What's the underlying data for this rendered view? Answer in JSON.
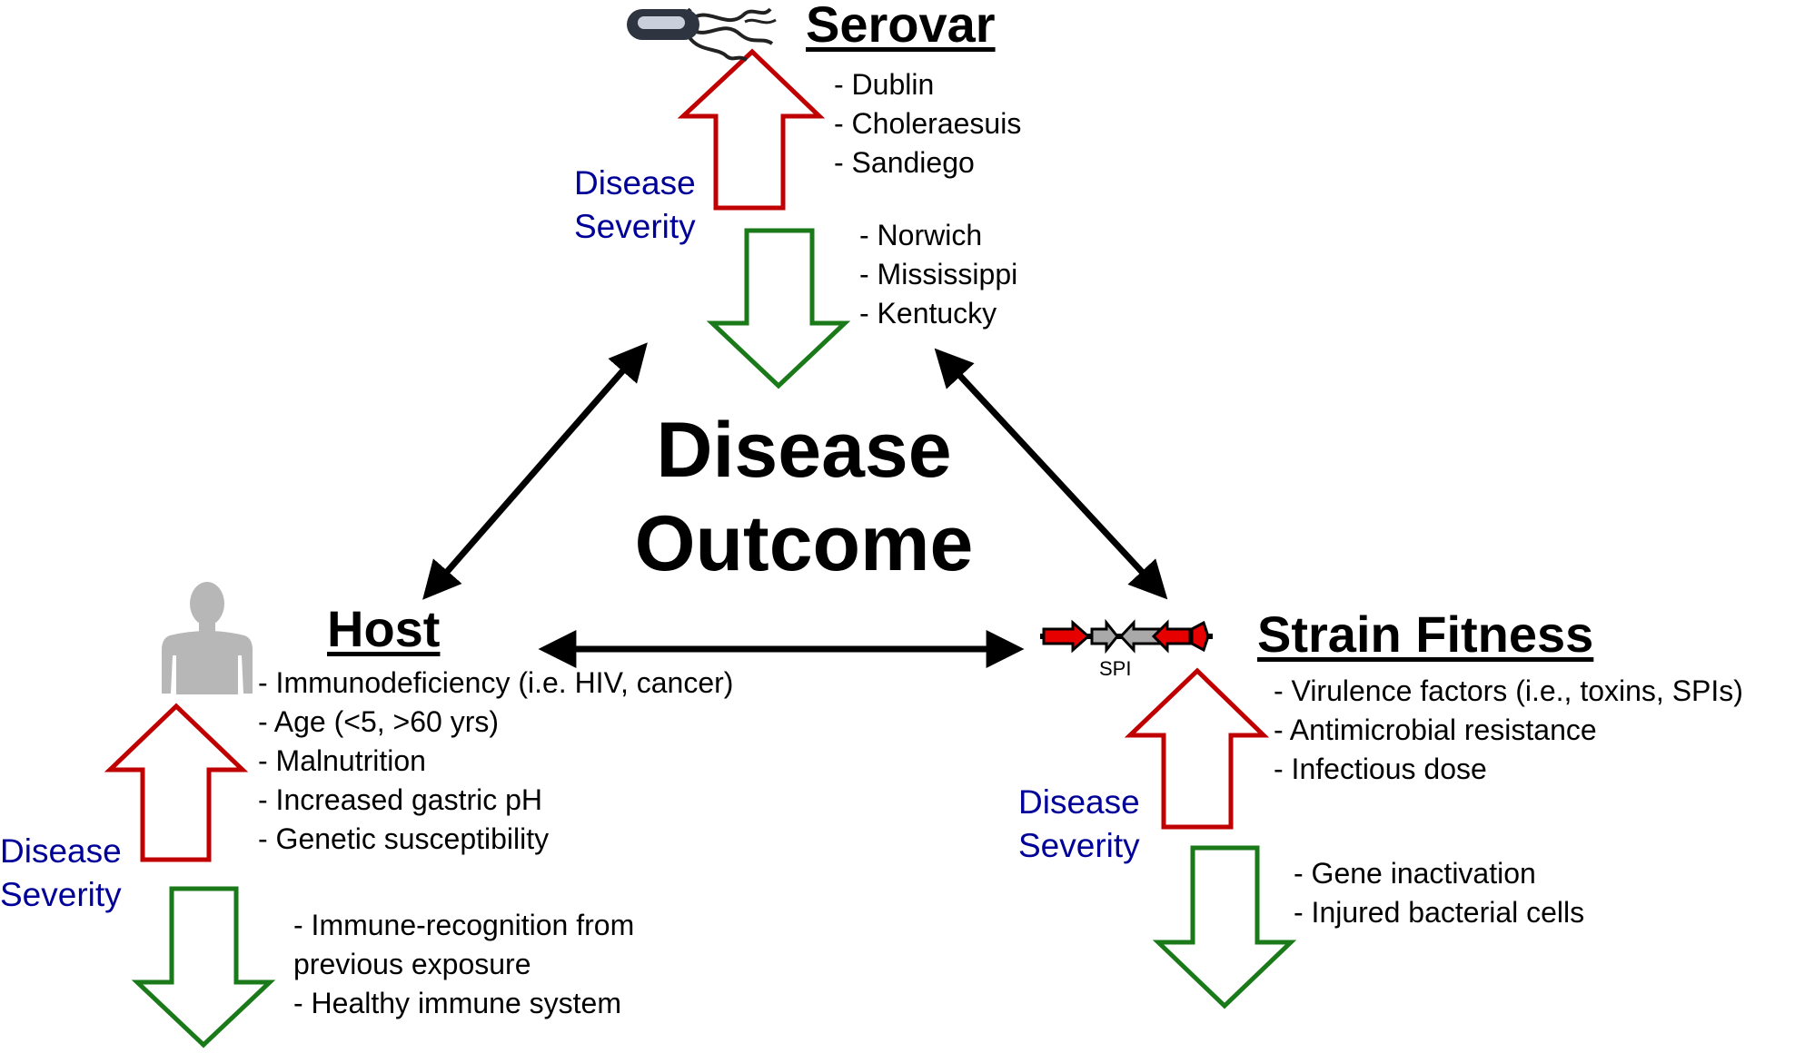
{
  "serovar": {
    "title": "Serovar",
    "icon": "bacterium-icon",
    "severity_label": [
      "Disease",
      "Severity"
    ],
    "increase": [
      "Dublin",
      "Choleraesuis",
      "Sandiego"
    ],
    "decrease": [
      "Norwich",
      "Mississippi",
      "Kentucky"
    ]
  },
  "center": {
    "line1": "Disease",
    "line2": "Outcome"
  },
  "host": {
    "title": "Host",
    "icon": "human-silhouette-icon",
    "severity_label": [
      "Disease",
      "Severity"
    ],
    "increase": [
      "Immunodeficiency (i.e. HIV, cancer)",
      "Age (<5, >60 yrs)",
      "Malnutrition",
      "Increased gastric pH",
      "Genetic susceptibility"
    ],
    "decrease": [
      "Immune-recognition from",
      "previous exposure",
      "Healthy immune system"
    ]
  },
  "strain": {
    "title": "Strain Fitness",
    "icon": "gene-cluster-icon",
    "icon_label": "SPI",
    "severity_label": [
      "Disease",
      "Severity"
    ],
    "increase": [
      "Virulence factors (i.e., toxins, SPIs)",
      "Antimicrobial resistance",
      "Infectious dose"
    ],
    "decrease": [
      "Gene inactivation",
      "Injured bacterial cells"
    ]
  },
  "colors": {
    "increase_arrow": "#c00000",
    "decrease_arrow": "#1a7a1a",
    "severity_text": "#000099",
    "connector": "#000000"
  }
}
